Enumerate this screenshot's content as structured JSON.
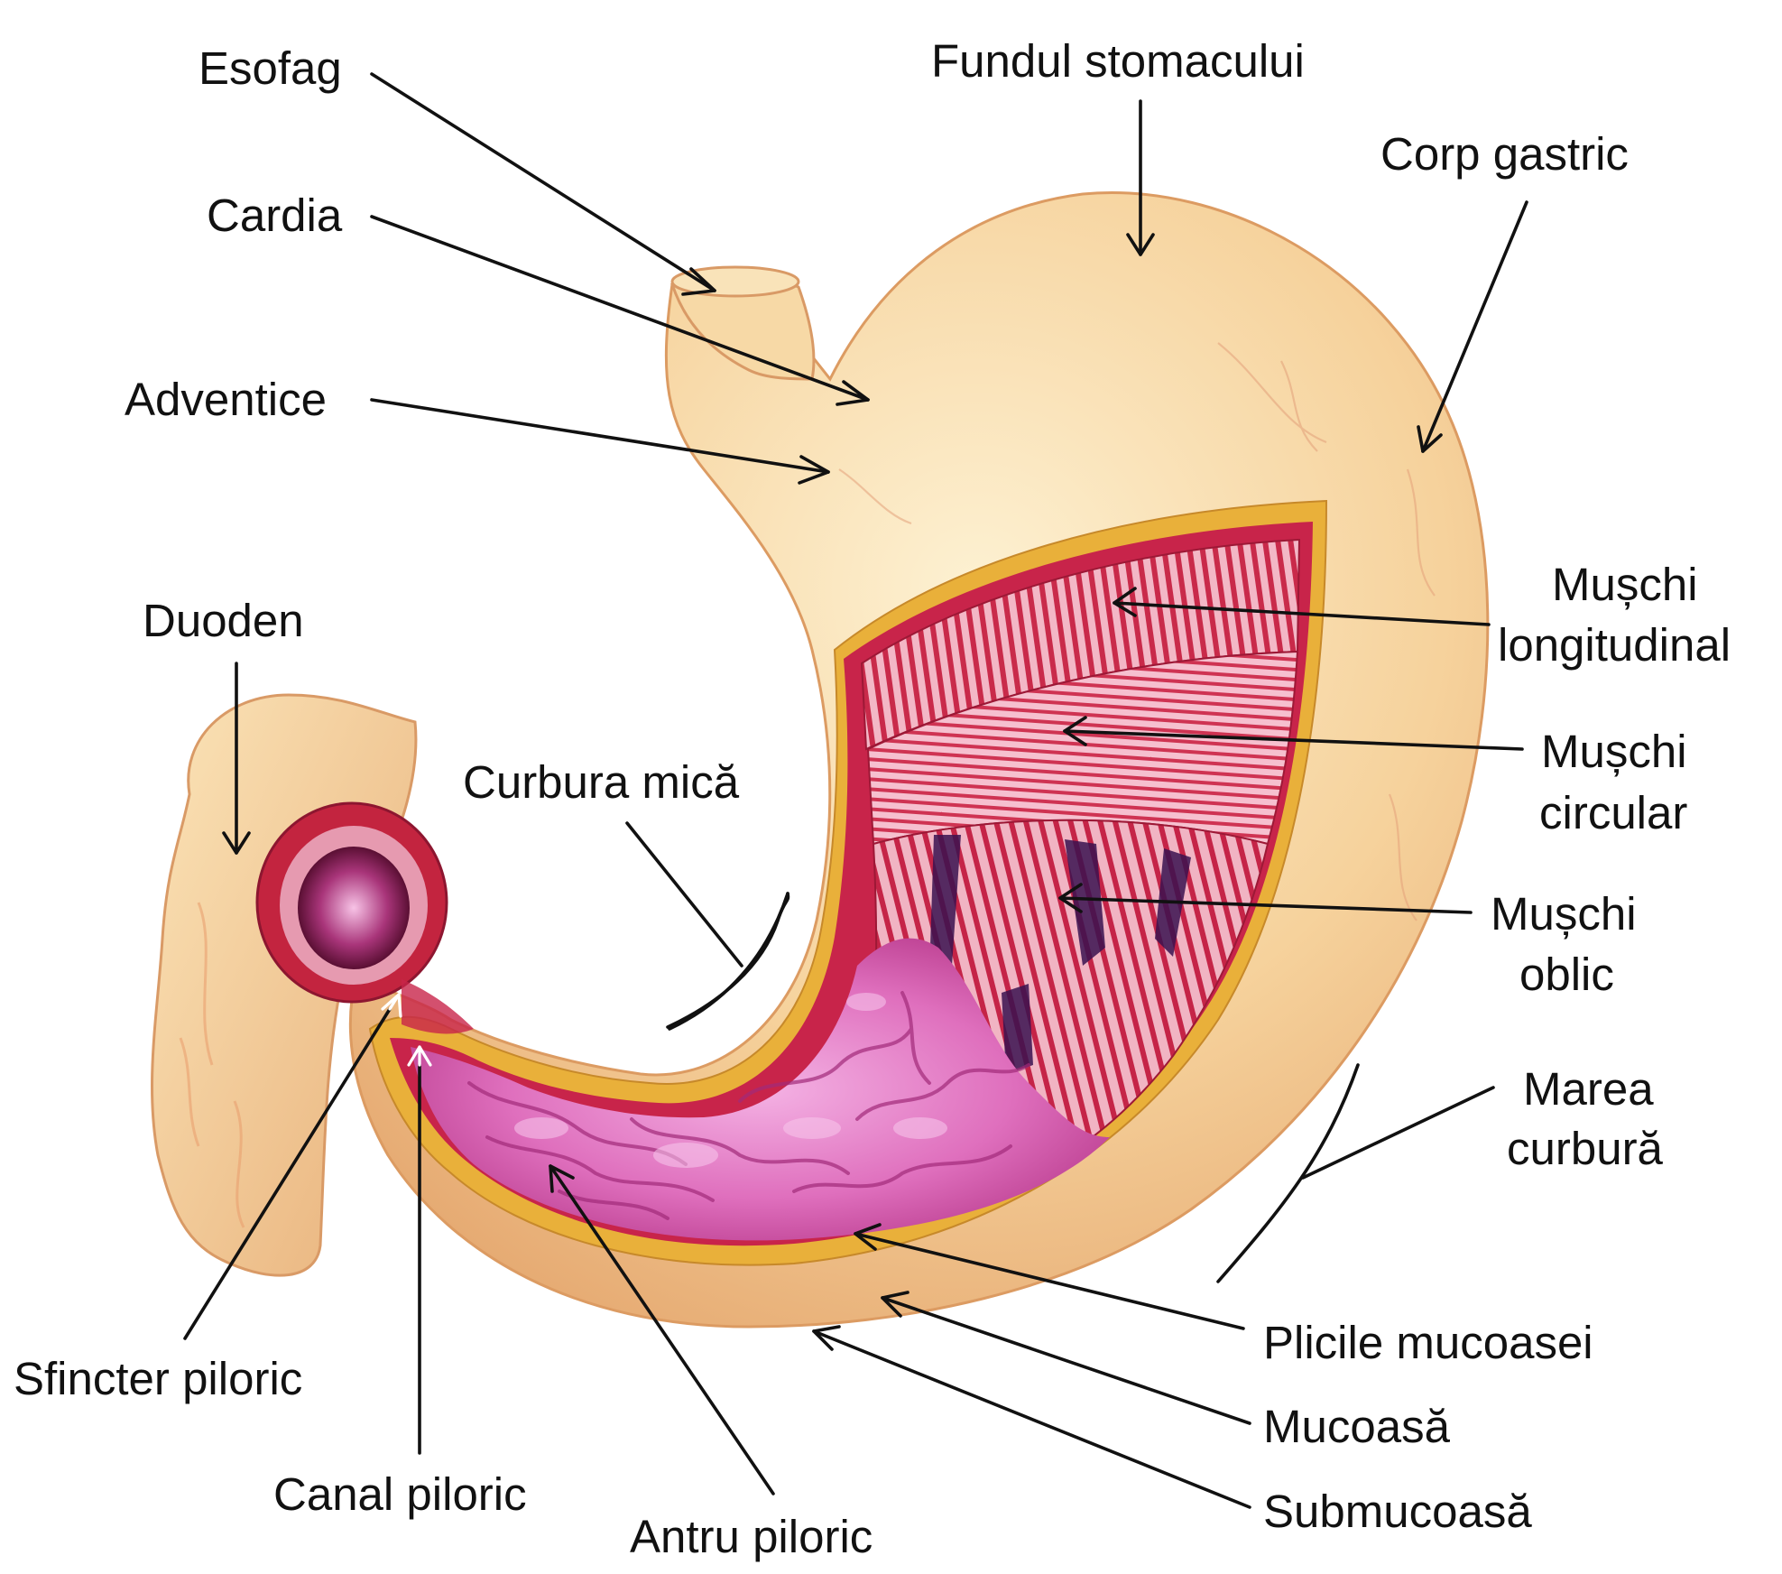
{
  "labels": {
    "esofag": "Esofag",
    "cardia": "Cardia",
    "adventice": "Adventice",
    "fundul": "Fundul stomacului",
    "corp": "Corp gastric",
    "duoden": "Duoden",
    "longitudinal_1": "Mușchi",
    "longitudinal_2": "longitudinal",
    "circular_1": "Mușchi",
    "circular_2": "circular",
    "oblic_1": "Mușchi",
    "oblic_2": "oblic",
    "curbura_mica": "Curbura mică",
    "marea_1": "Marea",
    "marea_2": "curbură",
    "plicile": "Plicile mucoasei",
    "mucoasa": "Mucoasă",
    "submucoasa": "Submucoasă",
    "sfincter": "Sfincter piloric",
    "canal": "Canal piloric",
    "antru": "Antru piloric"
  },
  "colors": {
    "serosa": "#f3c88e",
    "serosa_light": "#fbe7bf",
    "muscle": "#c8244a",
    "muscle_light": "#f2a2b8",
    "mucosa": "#d7559f",
    "mucosa_light": "#f0a6dc",
    "border_yellow": "#e2a52a",
    "text": "#111111"
  }
}
